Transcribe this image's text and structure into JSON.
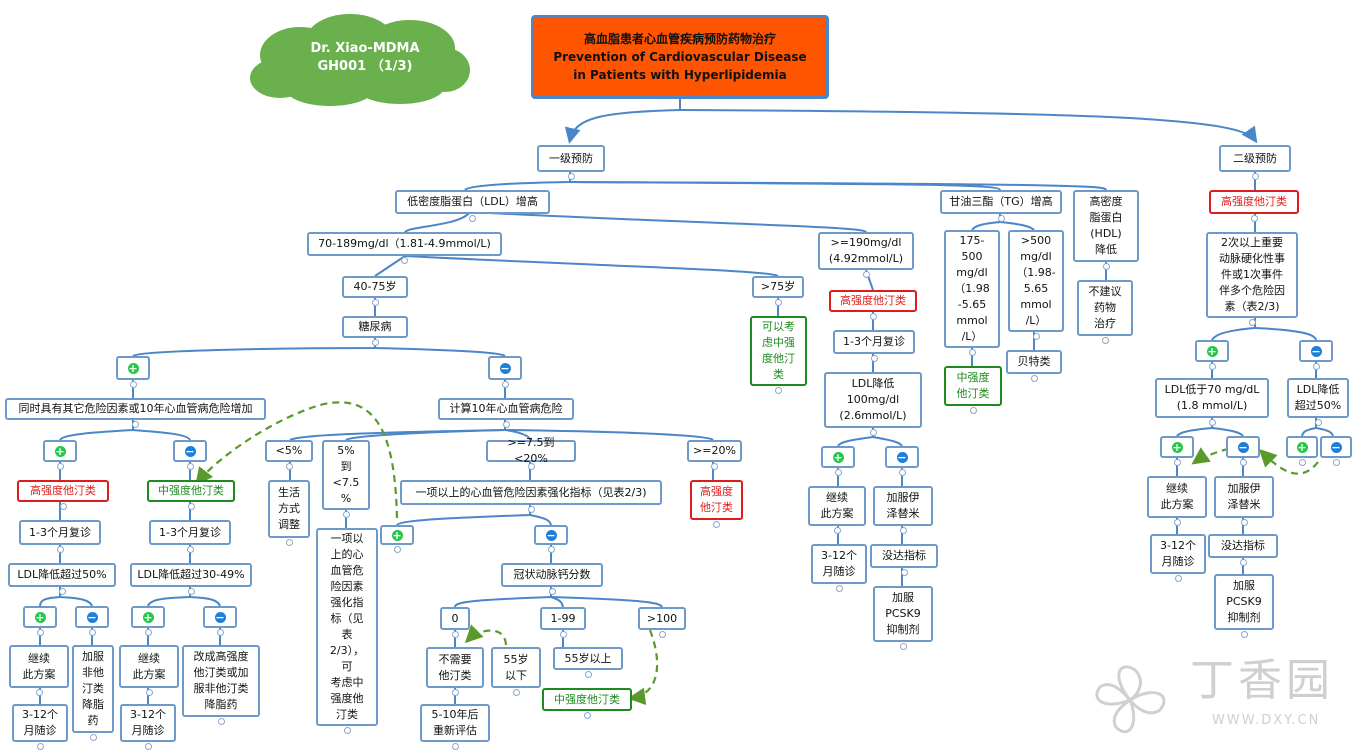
{
  "cloud": {
    "text": "Dr. Xiao-MDMA\nGH001 （1/3)"
  },
  "title": {
    "text": "高血脂患者心血管疾病预防药物治疗\nPrevention of Cardiovascular Disease\nin Patients with Hyperlipidemia"
  },
  "watermark": {
    "cn": "丁香园",
    "url": "WWW.DXY.CN"
  },
  "colors": {
    "line": "#4a86c8",
    "red": "#e01b1b",
    "green": "#1e8a1e",
    "plus": "#26c64a",
    "minus": "#1f7fd6",
    "title_bg": "#ff5500",
    "cloud": "#6ab04c"
  },
  "nodes": {
    "primary": "一级预防",
    "secondary": "二级预防",
    "ldl_high": "低密度脂蛋白（LDL）增高",
    "tg_high": "甘油三酯（TG）增高",
    "hdl_low": "高密度\n脂蛋白\n(HDL)\n降低",
    "ldl_70_189": "70-189mg/dl（1.81-4.9mmol/L)",
    "ldl_190": ">=190mg/dl\n(4.92mmol/L)",
    "age_40_75": "40-75岁",
    "age_gt75": ">75岁",
    "consider_mod": "可以考\n虑中强\n度他汀\n类",
    "diabetes": "糖尿病",
    "diab_plus": "+",
    "diab_minus": "−",
    "with_other_risk": "同时具有其它危险因素或10年心血管病危险增加",
    "calc_10yr": "计算10年心血管病危险",
    "or_plus": "+",
    "or_minus": "−",
    "hi_statin_l": "高强度他汀类",
    "mod_statin_l": "中强度他汀类",
    "recheck_1_3_a": "1-3个月复诊",
    "recheck_1_3_b": "1-3个月复诊",
    "ldl_drop50": "LDL降低超过50%",
    "ldl_drop30_49": "LDL降低超过30-49%",
    "a_plus": "+",
    "a_minus": "−",
    "b_plus": "+",
    "b_minus": "−",
    "continue_a": "继续\n此方案",
    "add_nonstatin_a": "加服\n非他\n汀类\n降脂\n药",
    "continue_b": "继续\n此方案",
    "switch_high": "改成高强度\n他汀类或加\n服非他汀类\n降脂药",
    "followup_a": "3-12个\n月随诊",
    "followup_b": "3-12个\n月随诊",
    "risk_lt5": "<5%",
    "risk_5_75": "5%\n到\n<7.5\n%",
    "risk_75_20": ">=7.5到<20%",
    "risk_ge20": ">=20%",
    "lifestyle": "生活\n方式\n调整",
    "one_more_factor": "一项以\n上的心\n血管危\n险因素\n强化指\n标（见\n表\n2/3），\n可\n考虑中\n强度他\n汀类",
    "enhancer": "一项以上的心血管危险因素强化指标（见表2/3)",
    "hi_statin_20": "高强度\n他汀类",
    "enh_plus": "+",
    "enh_minus": "−",
    "cac": "冠状动脉钙分数",
    "cac0": "0",
    "cac1_99": "1-99",
    "cac100": ">100",
    "no_statin": "不需要\n他汀类",
    "age55": "55岁\n以下",
    "age55up": "55岁以上",
    "reassess": "5-10年后\n重新评估",
    "mod_statin_c": "中强度他汀类",
    "hi_statin_190": "高强度他汀类",
    "recheck_190": "1-3个月复诊",
    "ldl_lt100": "LDL降低\n100mg/dl\n(2.6mmol/L)",
    "c_plus": "+",
    "c_minus": "−",
    "continue_c": "继续\n此方案",
    "ezetimibe_c": "加服伊\n泽替米",
    "followup_c": "3-12个\n月随诊",
    "not_met_c": "没达指标",
    "pcsk9_c": "加服\nPCSK9\n抑制剂",
    "tg_175_500": "175-\n500\nmg/dl\n（1.98\n-5.65\nmmol\n/L）",
    "tg_gt500": ">500\nmg/dl\n（1.98-\n5.65\nmmol\n/L）",
    "mod_statin_tg": "中强度\n他汀类",
    "fibrate": "贝特类",
    "no_drug": "不建议\n药物\n治疗",
    "hi_statin_sec": "高强度他汀类",
    "two_events": "2次以上重要\n动脉硬化性事\n件或1次事件\n伴多个危险因\n素（表2/3)",
    "s_plus": "+",
    "s_minus": "−",
    "ldl_lt70": "LDL低于70 mg/dL\n(1.8 mmol/L)",
    "ldl_drop50_sec": "LDL降低\n超过50%",
    "d_plus": "+",
    "d_minus": "−",
    "e_plus": "+",
    "e_minus": "−",
    "continue_d": "继续\n此方案",
    "ezetimibe_d": "加服伊\n泽替米",
    "followup_d": "3-12个\n月随诊",
    "not_met_d": "没达指标",
    "pcsk9_d": "加服\nPCSK9\n抑制剂"
  }
}
